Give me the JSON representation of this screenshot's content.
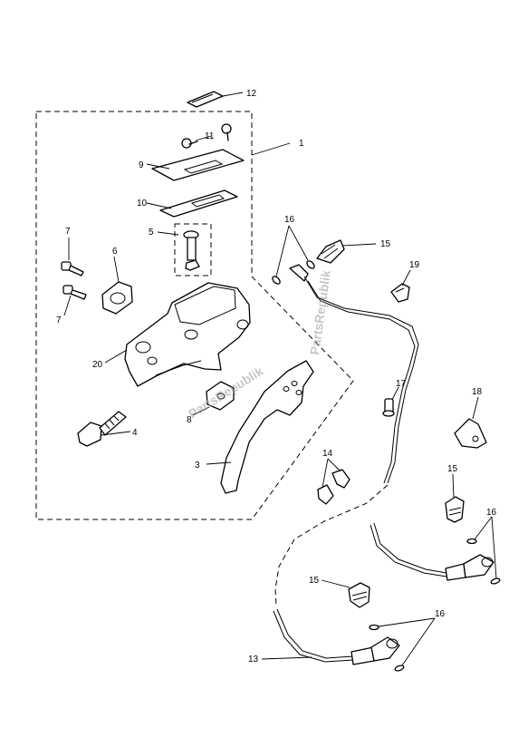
{
  "diagram": {
    "callouts": [
      {
        "id": "c12",
        "text": "12"
      },
      {
        "id": "c1",
        "text": "1"
      },
      {
        "id": "c11",
        "text": "11"
      },
      {
        "id": "c9",
        "text": "9"
      },
      {
        "id": "c10",
        "text": "10"
      },
      {
        "id": "c5",
        "text": "5"
      },
      {
        "id": "c7a",
        "text": "7"
      },
      {
        "id": "c7b",
        "text": "7"
      },
      {
        "id": "c6",
        "text": "6"
      },
      {
        "id": "c20",
        "text": "20"
      },
      {
        "id": "c8",
        "text": "8"
      },
      {
        "id": "c4",
        "text": "4"
      },
      {
        "id": "c3",
        "text": "3"
      },
      {
        "id": "c16a",
        "text": "16"
      },
      {
        "id": "c15a",
        "text": "15"
      },
      {
        "id": "c19",
        "text": "19"
      },
      {
        "id": "c17",
        "text": "17"
      },
      {
        "id": "c18",
        "text": "18"
      },
      {
        "id": "c14",
        "text": "14"
      },
      {
        "id": "c15b",
        "text": "15"
      },
      {
        "id": "c16b",
        "text": "16"
      },
      {
        "id": "c15c",
        "text": "15"
      },
      {
        "id": "c16c",
        "text": "16"
      },
      {
        "id": "c13",
        "text": "13"
      }
    ],
    "watermark": "PartsRepublik"
  }
}
